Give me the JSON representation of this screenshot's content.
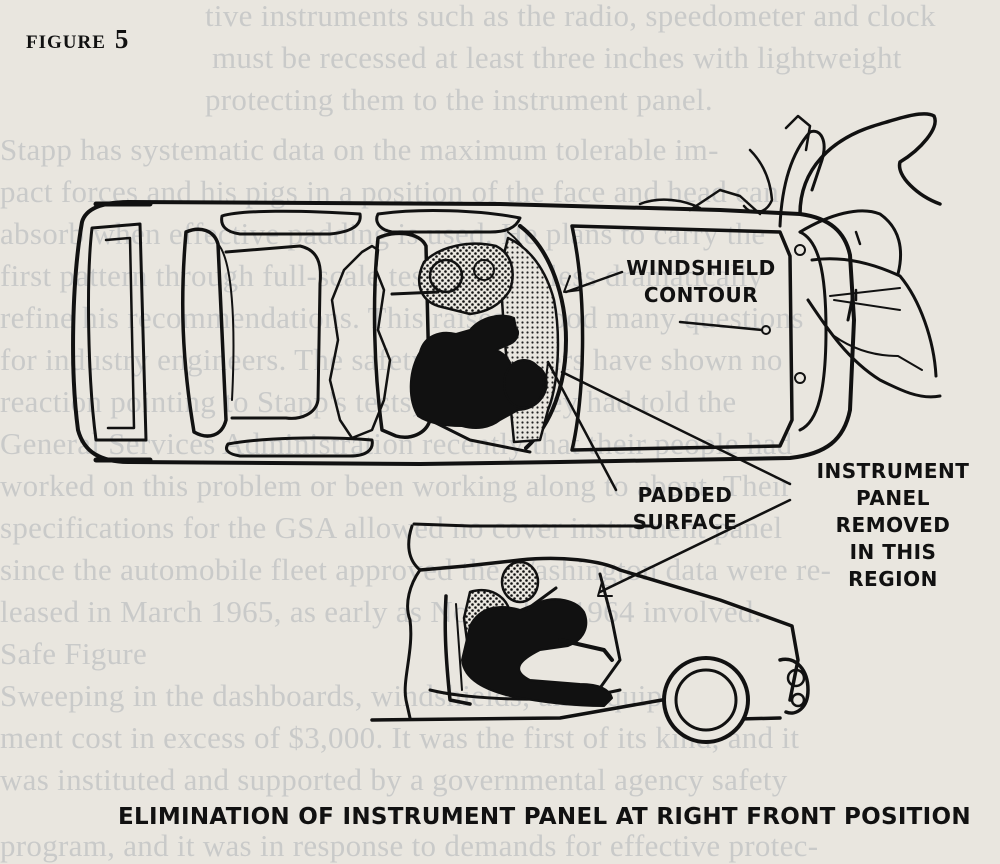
{
  "figure": {
    "label": "FIGURE",
    "number": "5"
  },
  "callouts": {
    "windshield": [
      "WINDSHIELD",
      "CONTOUR"
    ],
    "padded": [
      "PADDED",
      "SURFACE"
    ],
    "instrument": [
      "INSTRUMENT",
      "PANEL",
      "REMOVED",
      "IN THIS",
      "REGION"
    ]
  },
  "caption": "ELIMINATION OF INSTRUMENT PANEL AT RIGHT FRONT POSITION",
  "bleed_through": [
    "tive instruments such as the radio, speedometer and clock",
    "must be recessed at least three inches with lightweight",
    "protecting them to the instrument panel.",
    "Stapp has systematic data on the maximum tolerable im-",
    "pact forces and his pigs in a position of the face and head can",
    "absorb when effective padding is used. He plans to carry the",
    "first pattern through full-scale tests though less dramatically",
    "refine his recommendations. This raises a good many questions",
    "for industry engineers. The safety-belt makers have shown no",
    "reaction pointing to Stapp's tests, though they had told the",
    "General Services Administration recently that their people had",
    "worked on this problem or been working along to about. Their",
    "specifications for the GSA allowed no cover instrument panel",
    "since the automobile fleet approved the Washington data were re-",
    "leased in March 1965, as early as November 1964 involved.",
    "Safe Figure",
    "Sweeping in the dashboards, windshields, and equip-",
    "ment cost in excess of $3,000. It was the first of its kind, and it",
    "was instituted and supported by a governmental agency safety",
    "program, and it was in response to demands for effective protec-"
  ]
}
